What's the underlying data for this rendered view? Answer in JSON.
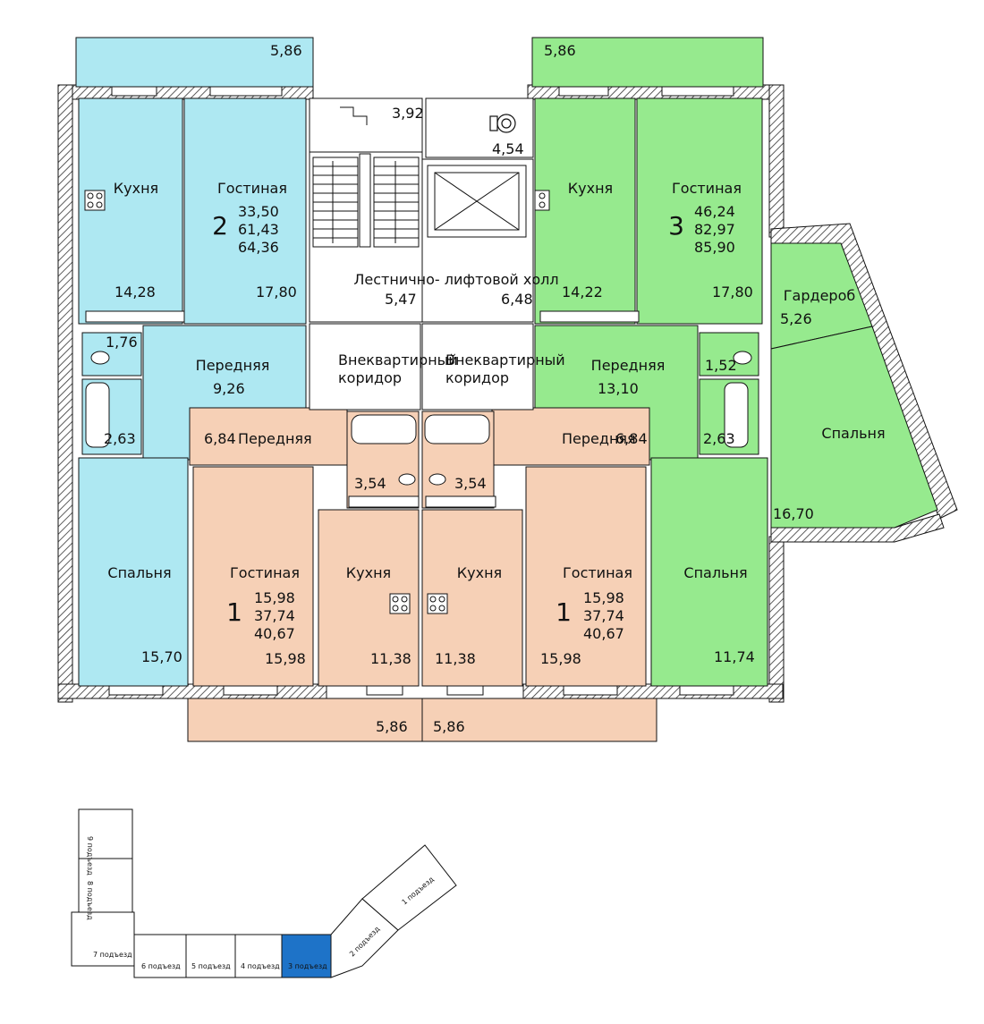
{
  "colors": {
    "apartment_2": "#aee8f2",
    "apartment_3": "#96ea8e",
    "apartment_1": "#f6d0b6",
    "common": "#ffffff",
    "selected_entrance": "#1e73c8"
  },
  "apt2": {
    "number": "2",
    "living_area": "33,50",
    "total_area": "61,43",
    "total_with_balcony": "64,36",
    "balcony": "5,86",
    "kitchen": {
      "name": "Кухня",
      "area": "14,28"
    },
    "living": {
      "name": "Гостиная",
      "area": "17,80"
    },
    "hall": {
      "name": "Передняя",
      "area": "9,26"
    },
    "wc": {
      "area": "1,76"
    },
    "bath": {
      "area": "2,63"
    },
    "bedroom": {
      "name": "Спальня",
      "area": "15,70"
    }
  },
  "apt3": {
    "number": "3",
    "living_area": "46,24",
    "total_area": "82,97",
    "total_with_balcony": "85,90",
    "balcony": "5,86",
    "kitchen": {
      "name": "Кухня",
      "area": "14,22"
    },
    "living": {
      "name": "Гостиная",
      "area": "17,80"
    },
    "wardrobe": {
      "name": "Гардероб",
      "area": "5,26"
    },
    "hall": {
      "name": "Передняя",
      "area": "13,10"
    },
    "wc": {
      "area": "1,52"
    },
    "bath": {
      "area": "2,63"
    },
    "bedroom_big": {
      "name": "Спальня",
      "area": "16,70"
    },
    "bedroom_small": {
      "name": "Спальня",
      "area": "11,74"
    }
  },
  "apt1_left": {
    "number": "1",
    "living_area": "15,98",
    "total_area": "37,74",
    "total_with_balcony": "40,67",
    "balcony": "5,86",
    "hall": {
      "name": "Передняя",
      "area": "6,84"
    },
    "bath": {
      "area": "3,54"
    },
    "living": {
      "name": "Гостиная",
      "area": "15,98"
    },
    "kitchen": {
      "name": "Кухня",
      "area": "11,38"
    }
  },
  "apt1_right": {
    "number": "1",
    "living_area": "15,98",
    "total_area": "37,74",
    "total_with_balcony": "40,67",
    "balcony": "5,86",
    "hall": {
      "name": "Передняя",
      "area": "6,84"
    },
    "bath": {
      "area": "3,54"
    },
    "living": {
      "name": "Гостиная",
      "area": "15,98"
    },
    "kitchen": {
      "name": "Кухня",
      "area": "11,38"
    }
  },
  "common": {
    "stair_vestibule_area": "3,92",
    "garbage_area": "4,54",
    "lift_hall_name": "Лестнично- лифтовой холл",
    "lift_hall_left_area": "5,47",
    "lift_hall_right_area": "6,48",
    "corridor_left": {
      "line1": "Внеквартирный",
      "line2": "коридор"
    },
    "corridor_right": {
      "line1": "Внеквартирный",
      "line2": "коридор"
    }
  },
  "key_plan": {
    "entrances": [
      "1 подъезд",
      "2 подъезд",
      "3 подъезд",
      "4 подъезд",
      "5 подъезд",
      "6 подъезд",
      "7 подъезд",
      "8 подъезд",
      "9 подъезд"
    ],
    "selected": "3 подъезд"
  }
}
